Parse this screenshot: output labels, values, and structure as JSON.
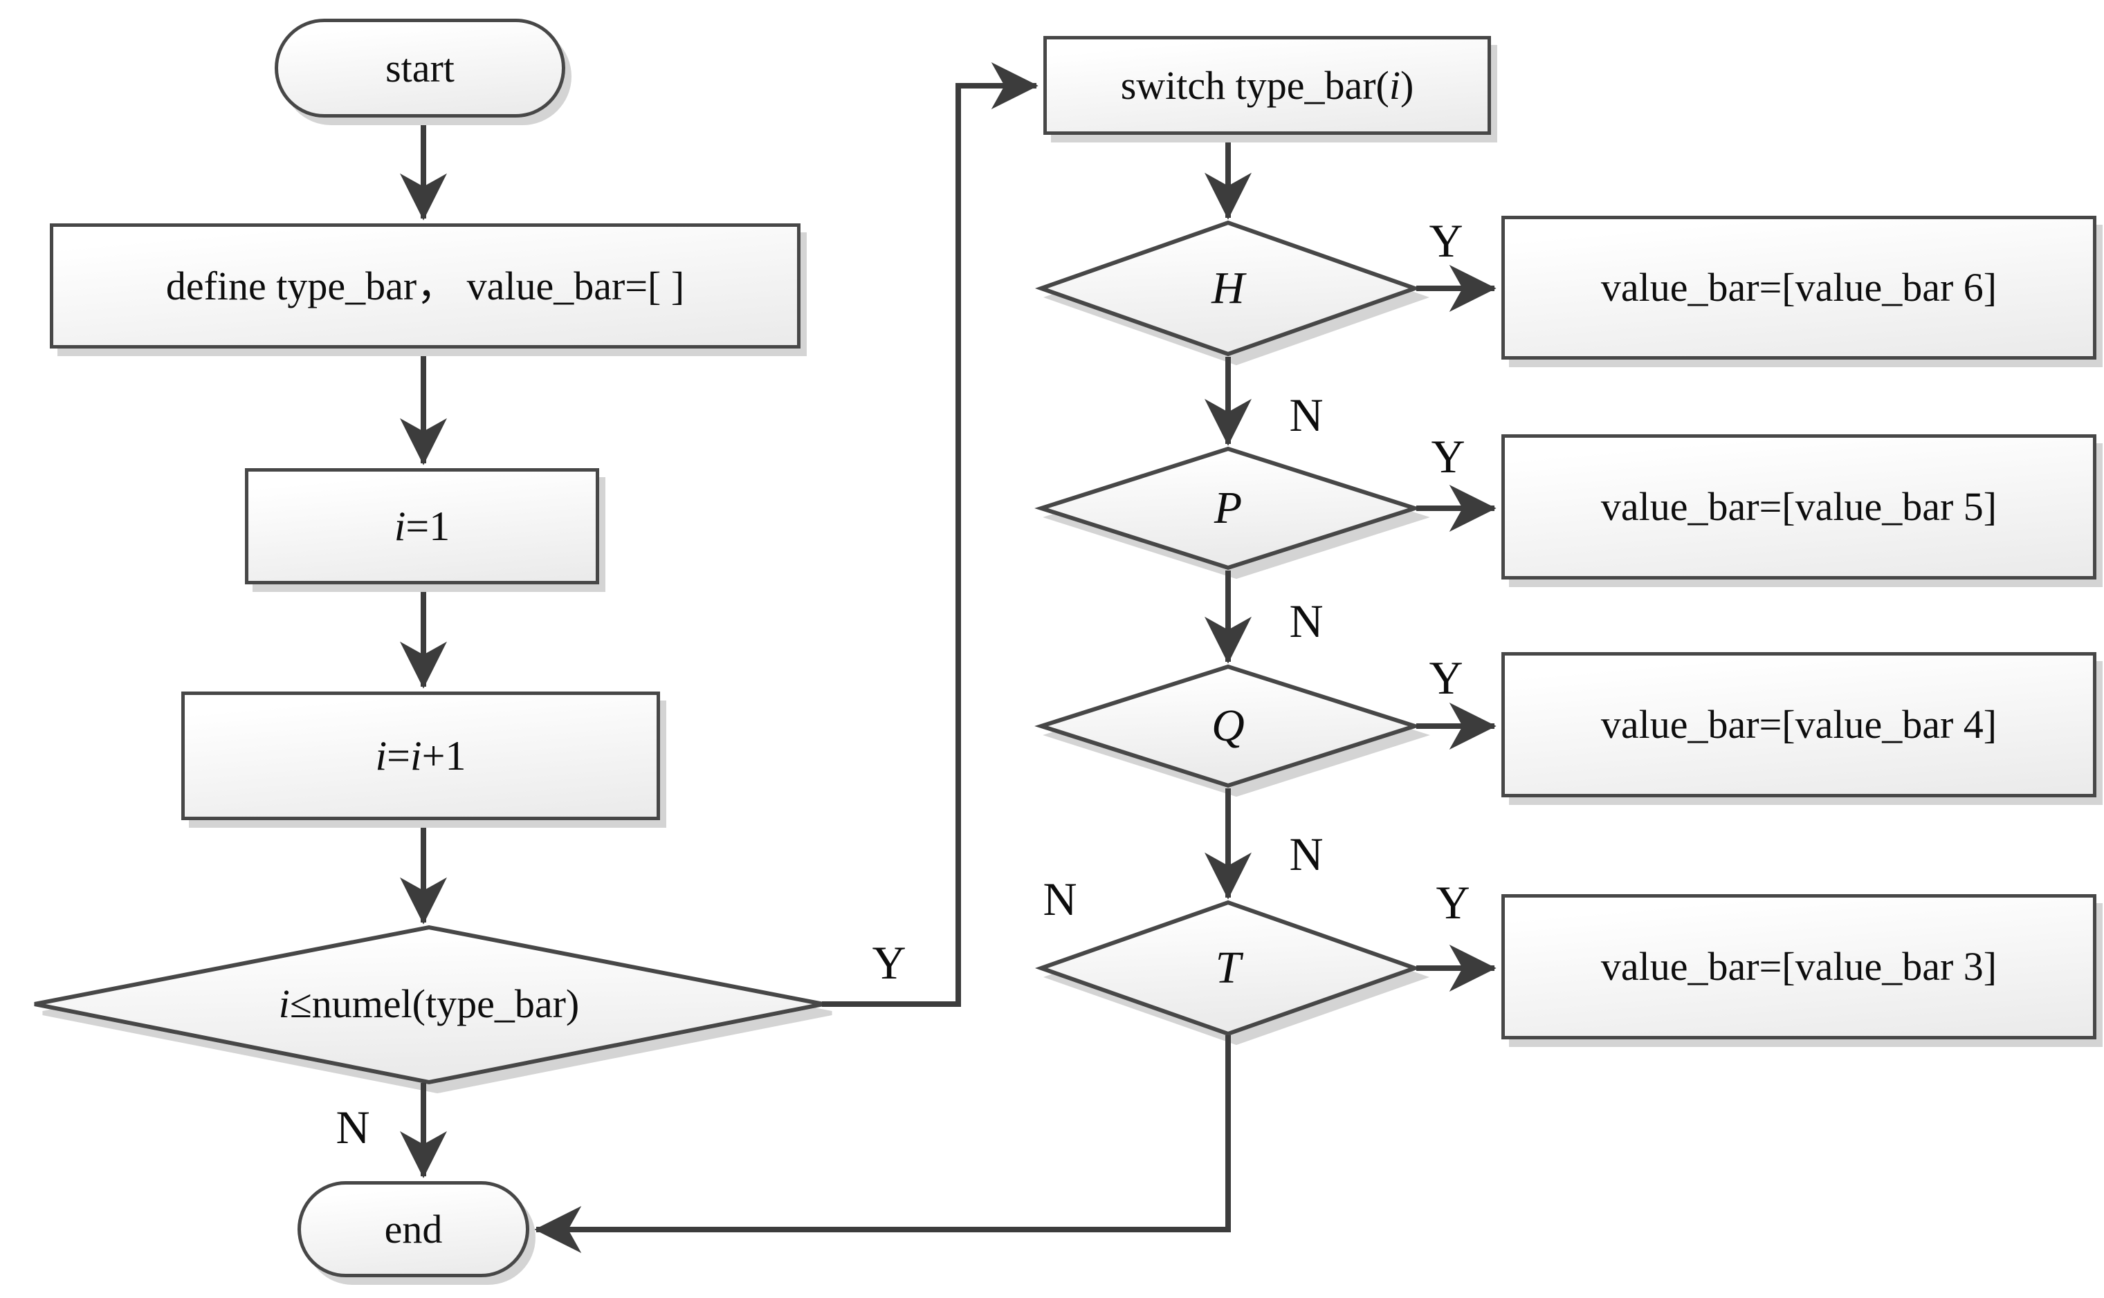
{
  "diagram": {
    "type": "flowchart",
    "colors": {
      "line": "#3c3c3c",
      "node_border": "#474747",
      "node_fill_top": "#ffffff",
      "node_fill_bottom": "#ebebeb",
      "shadow": "#d4d4d4",
      "text": "#0d0d0d"
    },
    "branch_labels": {
      "yes": "Y",
      "no": "N"
    },
    "nodes": {
      "start": {
        "type": "terminator",
        "label": "start"
      },
      "define": {
        "type": "process",
        "label": "define type_bar， value_bar=[ ]"
      },
      "init": {
        "type": "process",
        "parts": [
          [
            "i",
            true
          ],
          [
            "=1",
            false
          ]
        ]
      },
      "incrementriably": null,
      "increment": {
        "type": "process",
        "parts": [
          [
            "i",
            true
          ],
          [
            "=",
            false
          ],
          [
            "i",
            true
          ],
          [
            "+1",
            false
          ]
        ]
      },
      "loop_condition": {
        "type": "decision",
        "parts": [
          [
            "i",
            true
          ],
          [
            "≤numel(type_bar)",
            false
          ]
        ]
      },
      "switch": {
        "type": "process",
        "parts": [
          [
            "switch type_bar(",
            false
          ],
          [
            "i",
            true
          ],
          [
            ")",
            false
          ]
        ]
      },
      "case_H": {
        "type": "decision",
        "parts": [
          [
            "H",
            true
          ]
        ]
      },
      "case_P": {
        "type": "decision",
        "parts": [
          [
            "P",
            true
          ]
        ]
      },
      "case_Q": {
        "type": "decision",
        "parts": [
          [
            "Q",
            true
          ]
        ]
      },
      "case_T": {
        "type": "decision",
        "parts": [
          [
            "T",
            true
          ]
        ]
      },
      "assign_6": {
        "type": "process",
        "label": "value_bar=[value_bar 6]"
      },
      "assign_5": {
        "type": "process",
        "label": "value_bar=[value_bar 5]"
      },
      "assign_4": {
        "type": "process",
        "label": "value_bar=[value_bar 4]"
      },
      "assign_3": {
        "type": "process",
        "label": "value_bar=[value_bar 3]"
      },
      "end": {
        "type": "terminator",
        "label": "end"
      }
    }
  }
}
